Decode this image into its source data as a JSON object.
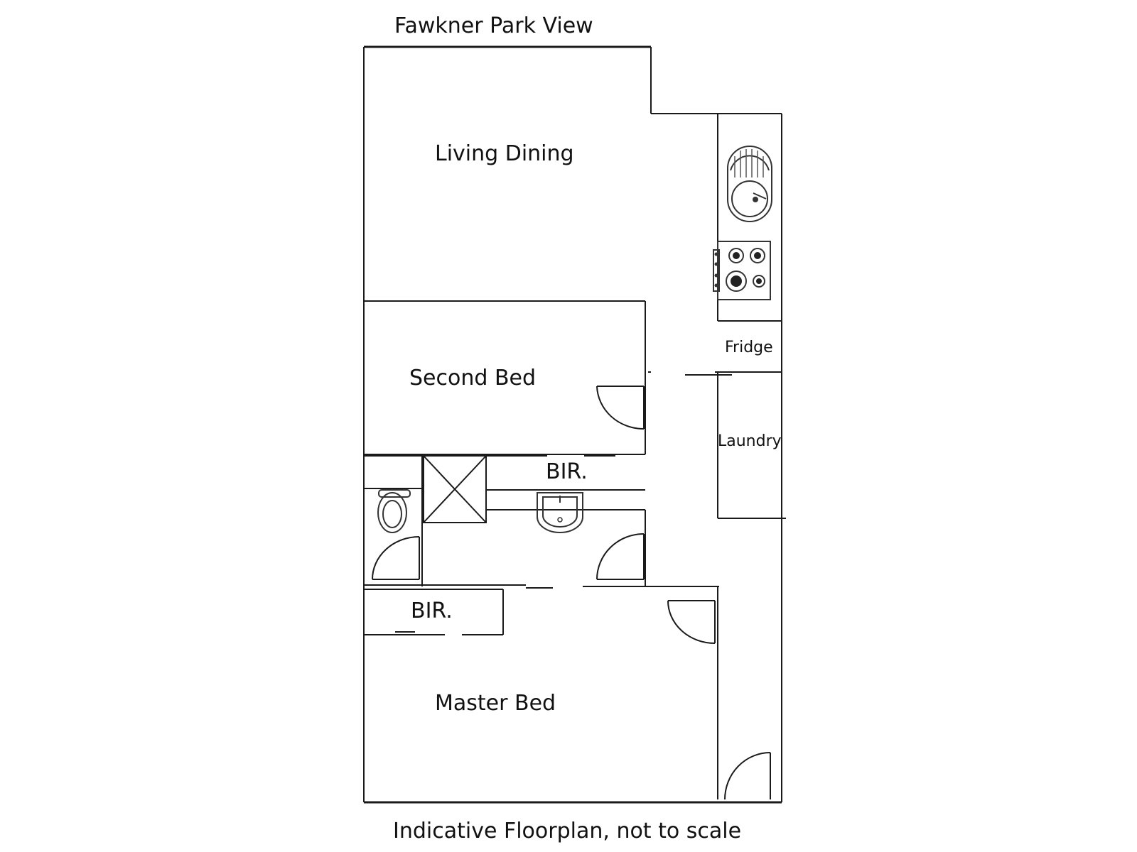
{
  "title": "Fawkner Park View",
  "footer": "Indicative Floorplan, not to scale",
  "rooms": {
    "living": "Living Dining",
    "second_bed": "Second Bed",
    "bir_upper": "BIR.",
    "bir_lower": "BIR.",
    "master_bed": "Master Bed",
    "fridge": "Fridge",
    "laundry": "Laundry"
  },
  "fixtures": [
    "sink-icon",
    "cooktop-icon",
    "toilet-icon",
    "shower-icon",
    "basin-icon",
    "door-swing-icon"
  ],
  "colors": {
    "line": "#1a1a1a",
    "background": "#ffffff"
  }
}
